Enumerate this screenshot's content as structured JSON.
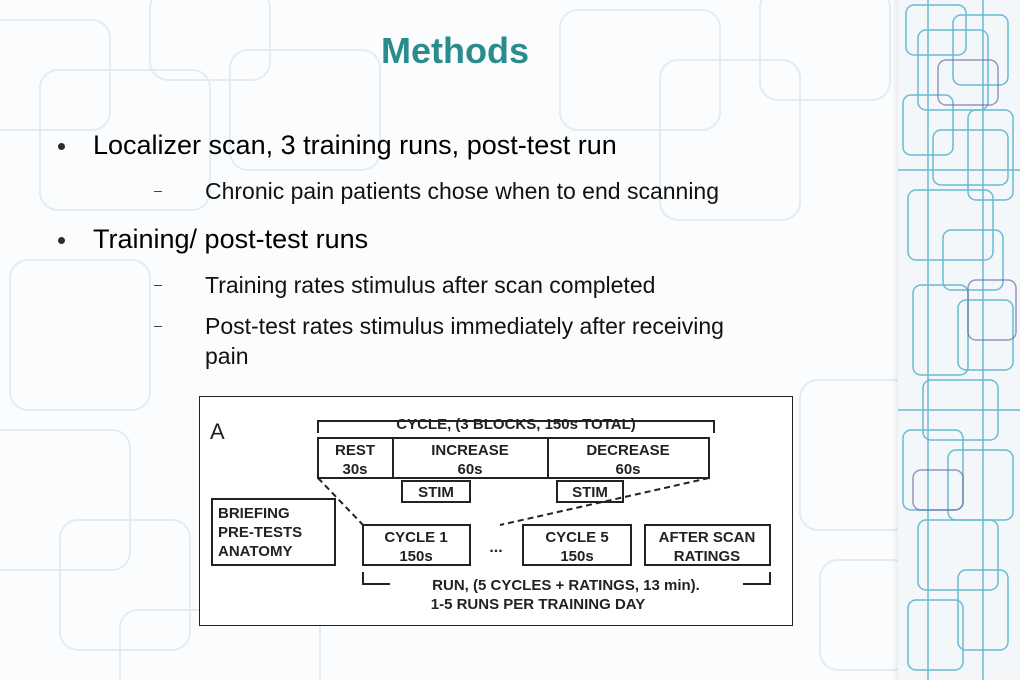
{
  "slide": {
    "title": "Methods",
    "bullets": [
      {
        "text": "Localizer scan, 3 training runs, post-test run",
        "sub": [
          "Chronic pain patients chose when to end scanning"
        ]
      },
      {
        "text": "Training/ post-test runs",
        "sub": [
          "Training rates stimulus after scan completed",
          "Post-test rates stimulus immediately after receiving pain"
        ]
      }
    ]
  },
  "figure": {
    "panel_label": "A",
    "cycle_bracket": "CYCLE, (3 BLOCKS, 150s TOTAL)",
    "rest": {
      "name": "REST",
      "dur": "30s"
    },
    "increase": {
      "name": "INCREASE",
      "dur": "60s"
    },
    "decrease": {
      "name": "DECREASE",
      "dur": "60s"
    },
    "stim1": "STIM",
    "stim2": "STIM",
    "briefing": [
      "BRIEFING",
      "PRE-TESTS",
      "ANATOMY"
    ],
    "cycle1": [
      "CYCLE 1",
      "150s"
    ],
    "ellipsis": "...",
    "cycle5": [
      "CYCLE 5",
      "150s"
    ],
    "after_scan": [
      "AFTER SCAN",
      "RATINGS"
    ],
    "run_line1": "RUN, (5 CYCLES + RATINGS, 13 min).",
    "run_line2": "1-5 RUNS PER TRAINING DAY"
  },
  "colors": {
    "title": "#2a8c8c",
    "strip_lines": "#3aa6c8",
    "strip_accent": "#6d6ea8"
  }
}
